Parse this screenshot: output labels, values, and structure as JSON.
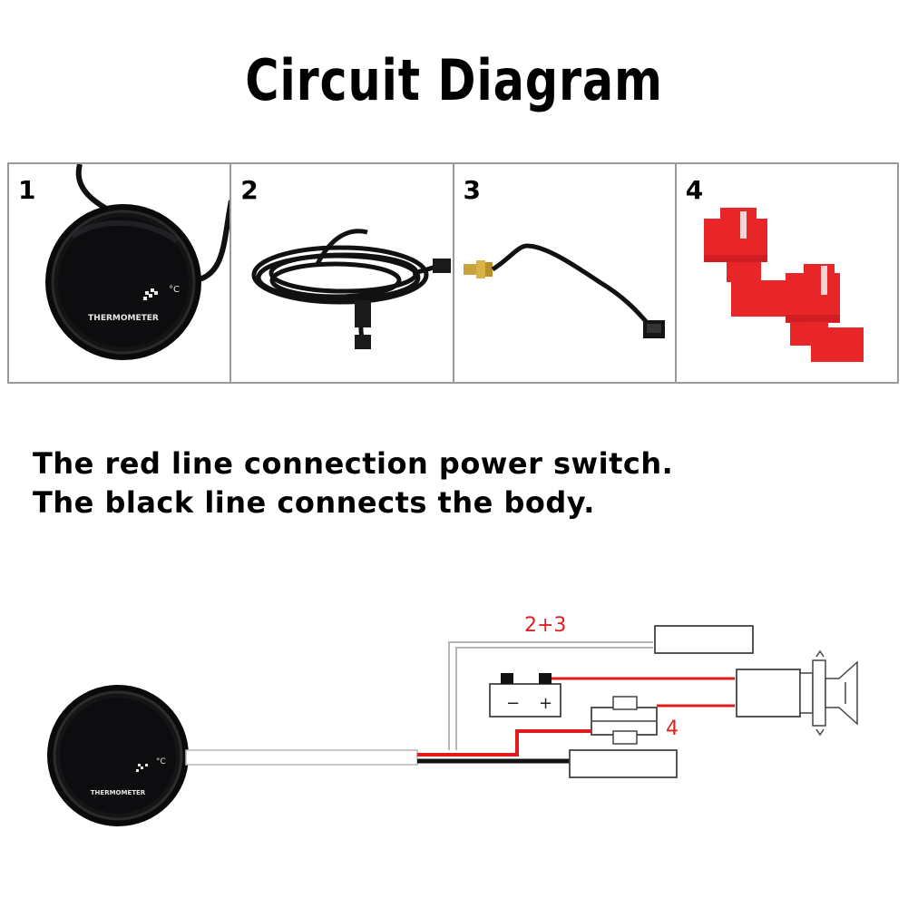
{
  "title": "Circuit Diagram",
  "panels": [
    {
      "number": "1",
      "device_label": "THERMOMETER",
      "unit": "°C"
    },
    {
      "number": "2"
    },
    {
      "number": "3"
    },
    {
      "number": "4"
    }
  ],
  "instructions": [
    "The red line connection power switch.",
    "The black line connects the body."
  ],
  "diagram": {
    "label_sensor_harness": "2+3",
    "label_splice": "4",
    "battery_minus": "−",
    "battery_plus": "+",
    "device_label": "THERMOMETER",
    "unit": "°C"
  },
  "colors": {
    "red_wire": "#e11b1b",
    "black_wire": "#111111",
    "connector_red": "#e8262a",
    "label_red": "#e02020"
  }
}
